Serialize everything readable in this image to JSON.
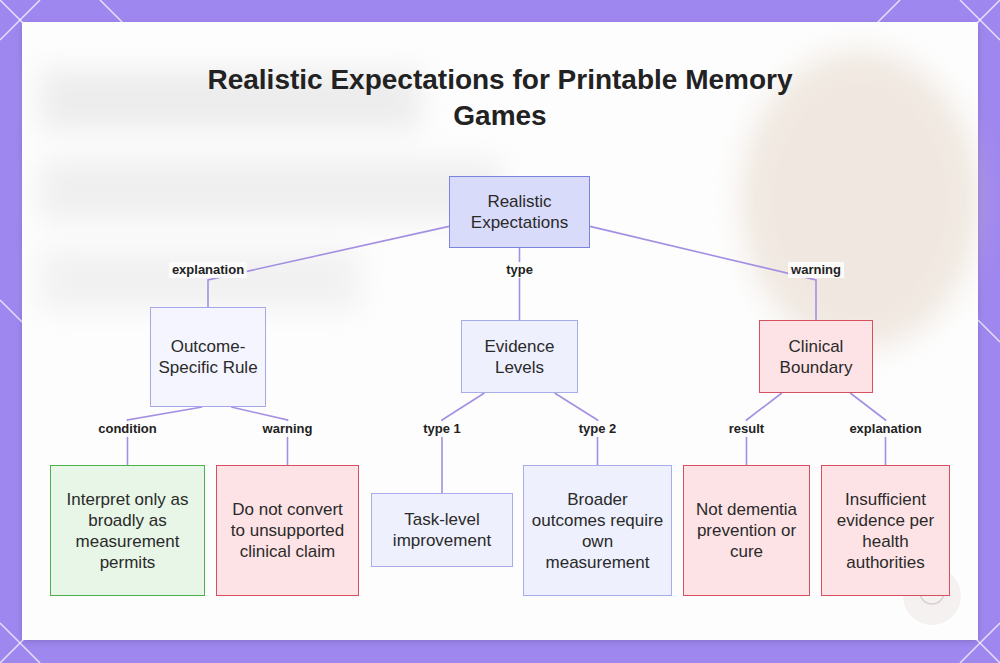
{
  "diagram": {
    "title": "Realistic Expectations for Printable Memory Games",
    "nodes": [
      {
        "text": [
          "Realistic Expectations"
        ]
      },
      {
        "text": [
          "Outcome-Specific Rule"
        ]
      },
      {
        "text": [
          "Evidence Levels"
        ]
      },
      {
        "text": [
          "Clinical Boundary"
        ]
      },
      {
        "text": [
          "Interpret only as broadly as measurement permits"
        ]
      },
      {
        "text": [
          "Do not convert to unsupported clinical claim"
        ]
      },
      {
        "text": [
          "Task-level improvement"
        ]
      },
      {
        "text": [
          "Broader outcomes require own measurement"
        ]
      },
      {
        "text": [
          "Not dementia prevention or cure"
        ]
      },
      {
        "text": [
          "Insufficient evidence per health authorities"
        ]
      }
    ],
    "edges": [
      {
        "from": 0,
        "to": 1,
        "label": "explanation",
        "arrow": "none"
      },
      {
        "from": 0,
        "to": 2,
        "label": "type",
        "arrow": "none"
      },
      {
        "from": 0,
        "to": 3,
        "label": "warning",
        "arrow": "none"
      },
      {
        "from": 1,
        "to": 4,
        "label": "condition",
        "arrow": "none"
      },
      {
        "from": 1,
        "to": 5,
        "label": "warning",
        "arrow": "none"
      },
      {
        "from": 2,
        "to": 6,
        "label": "type 1",
        "arrow": "none"
      },
      {
        "from": 2,
        "to": 7,
        "label": "type 2",
        "arrow": "none"
      },
      {
        "from": 3,
        "to": 8,
        "label": "result",
        "arrow": "none"
      },
      {
        "from": 3,
        "to": 9,
        "label": "explanation",
        "arrow": "none"
      }
    ]
  }
}
